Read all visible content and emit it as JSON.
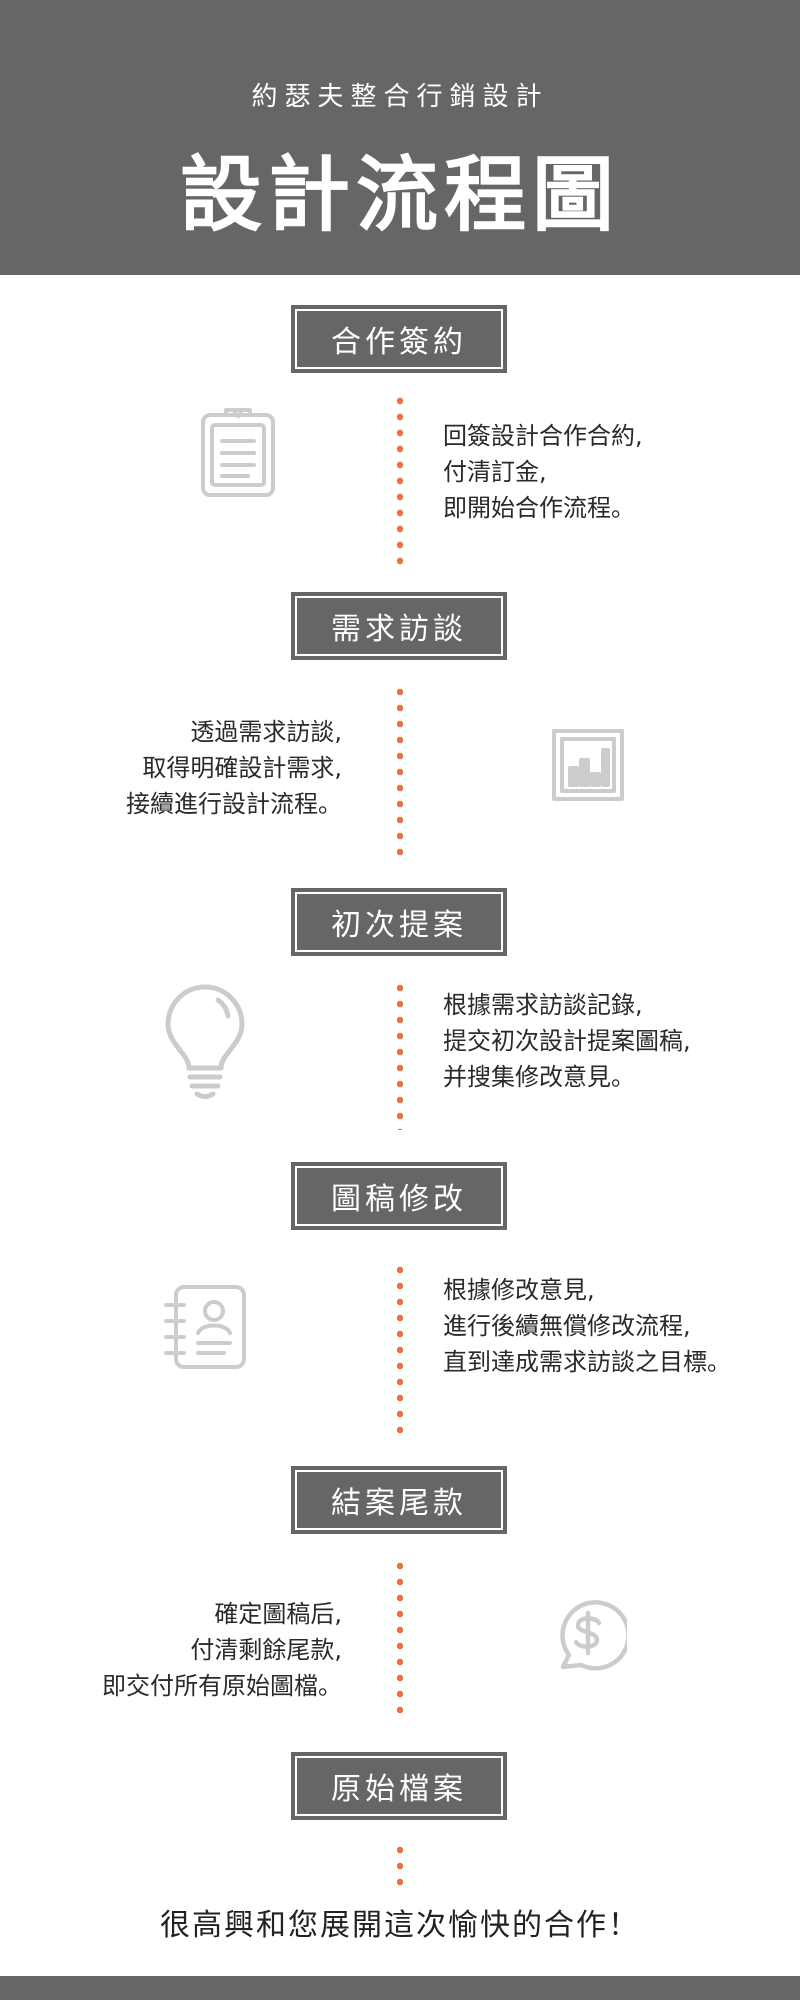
{
  "header": {
    "subtitle": "約瑟夫整合行銷設計",
    "title": "設計流程圖"
  },
  "steps": [
    {
      "title": "合作簽約",
      "icon": "clipboard-icon",
      "lines": [
        "回簽設計合作合約,",
        "付清訂金,",
        "即開始合作流程。"
      ]
    },
    {
      "title": "需求訪談",
      "icon": "bar-chart-icon",
      "lines": [
        "透過需求訪談,",
        "取得明確設計需求,",
        "接續進行設計流程。"
      ]
    },
    {
      "title": "初次提案",
      "icon": "lightbulb-icon",
      "lines": [
        "根據需求訪談記錄,",
        "提交初次設計提案圖稿,",
        "并搜集修改意見。"
      ]
    },
    {
      "title": "圖稿修改",
      "icon": "notebook-icon",
      "lines": [
        "根據修改意見,",
        "進行後續無償修改流程,",
        "直到達成需求訪談之目標。"
      ]
    },
    {
      "title": "結案尾款",
      "icon": "dollar-bubble-icon",
      "lines": [
        "確定圖稿后,",
        "付清剩餘尾款,",
        "即交付所有原始圖檔。"
      ]
    },
    {
      "title": "原始檔案"
    }
  ],
  "footer": {
    "text": "很高興和您展開這次愉快的合作！"
  },
  "colors": {
    "header_bg": "#666666",
    "accent_dots": "#e8743b",
    "icon_gray": "#cccccc",
    "text": "#2a2a2a"
  }
}
